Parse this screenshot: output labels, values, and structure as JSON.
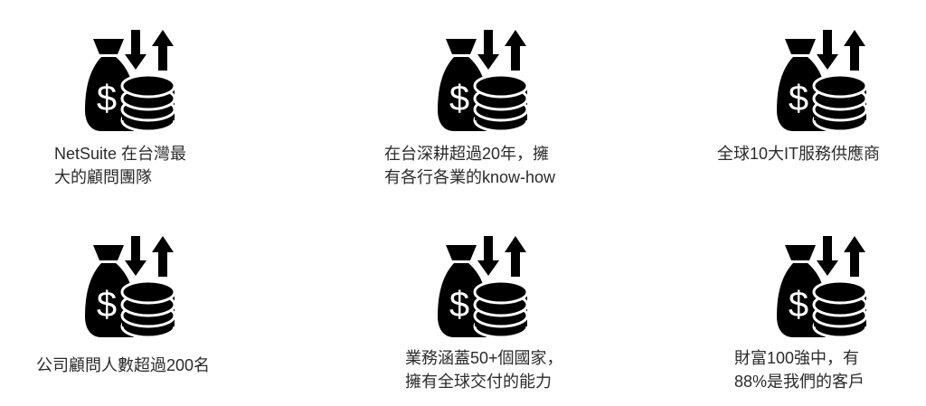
{
  "features": [
    {
      "icon": "money-bag-coins-icon",
      "lines": [
        "NetSuite 在台灣最",
        "大的顧問團隊"
      ]
    },
    {
      "icon": "money-bag-coins-icon",
      "lines": [
        "在台深耕超過20年，擁",
        "有各行各業的know-how"
      ]
    },
    {
      "icon": "money-bag-coins-icon",
      "lines": [
        "全球10大IT服務供應商"
      ]
    },
    {
      "icon": "money-bag-coins-icon",
      "lines": [
        "公司顧問人數超過200名"
      ]
    },
    {
      "icon": "money-bag-coins-icon",
      "lines": [
        "業務涵蓋50+個國家，",
        "擁有全球交付的能力"
      ]
    },
    {
      "icon": "money-bag-coins-icon",
      "lines": [
        "財富100強中，有",
        "88%是我們的客戶"
      ]
    }
  ]
}
